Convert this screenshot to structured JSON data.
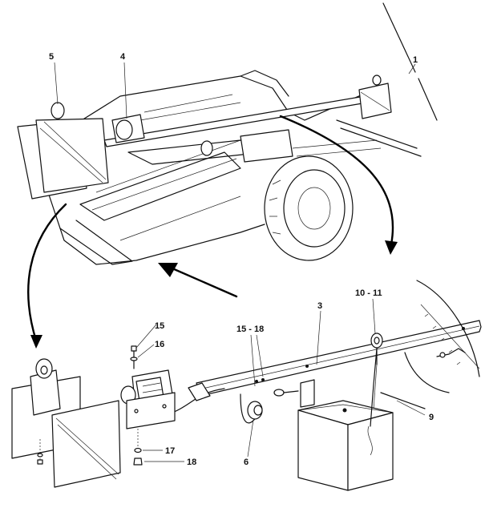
{
  "callouts": {
    "c1": "1",
    "c3": "3",
    "c4": "4",
    "c5": "5",
    "c6": "6",
    "c9": "9",
    "c10_11": "10 - 11",
    "c15": "15",
    "c15_18": "15 - 18",
    "c16": "16",
    "c17": "17",
    "c18": "18"
  },
  "icons": {
    "arrows": [
      "curved-arrow-left",
      "curved-arrow-right",
      "straight-arrow"
    ]
  }
}
